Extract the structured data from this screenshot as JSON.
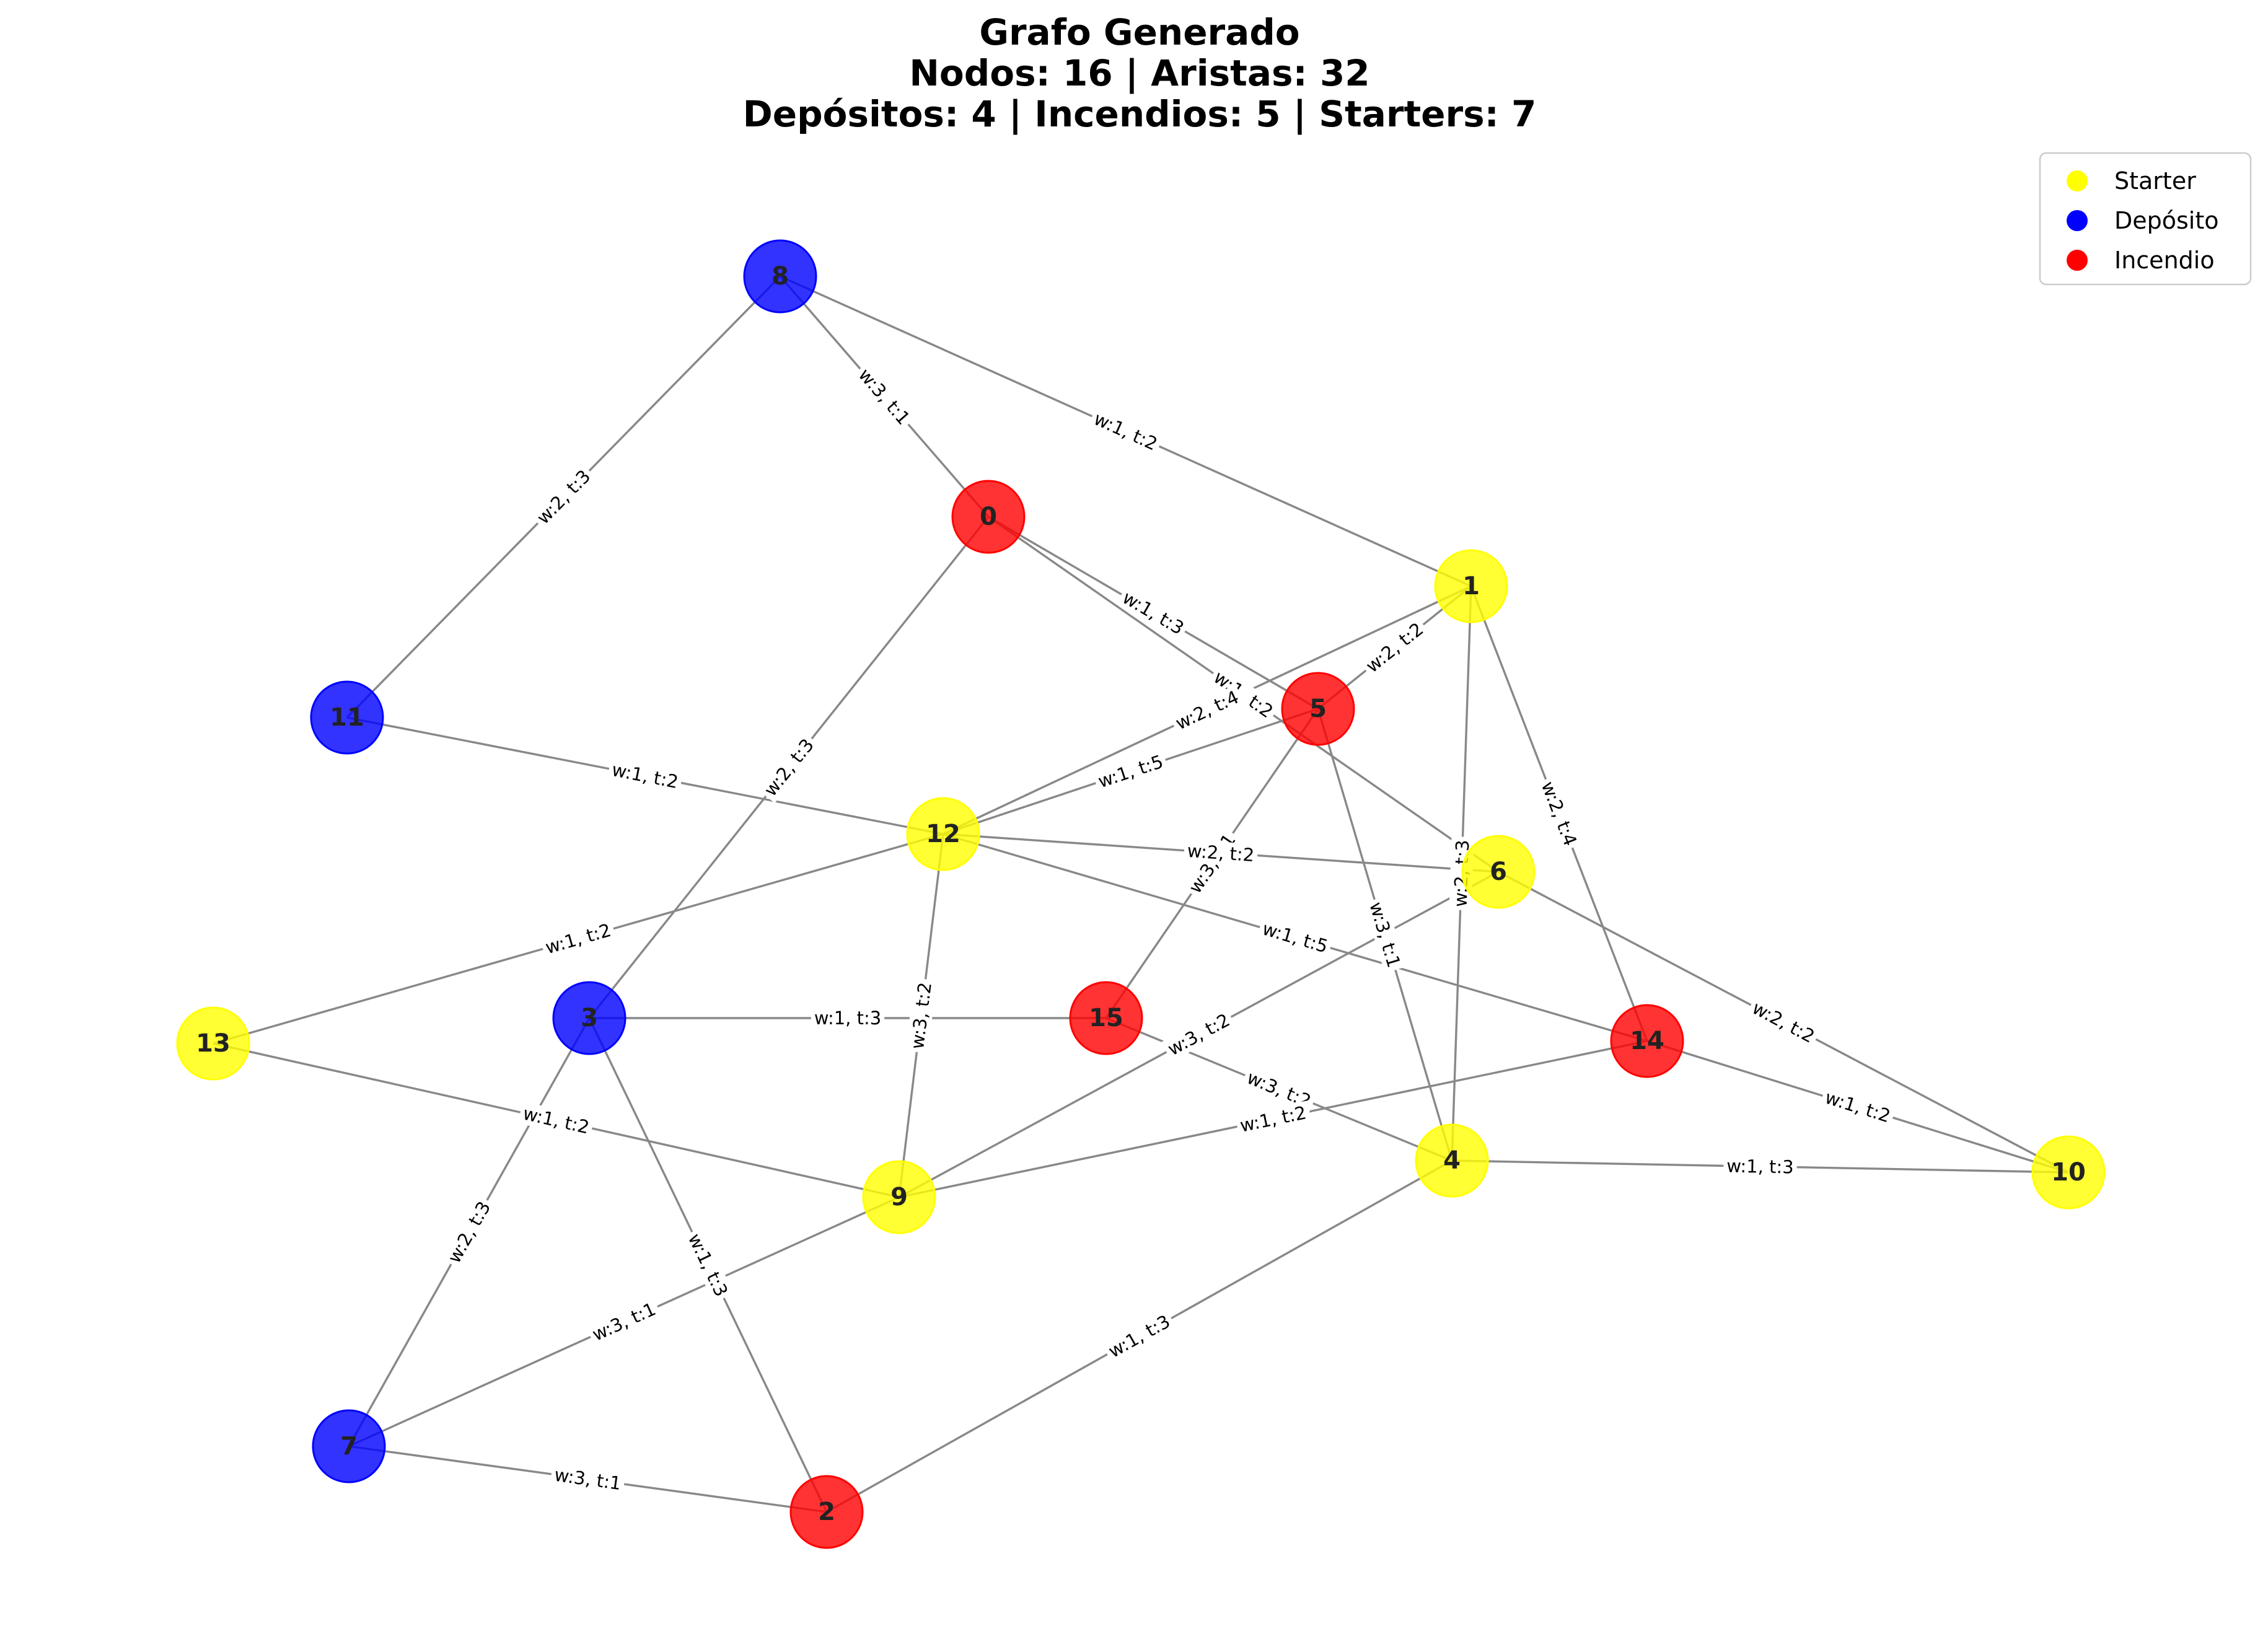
{
  "title": {
    "lines": [
      "Grafo Generado",
      "Nodos: 16 | Aristas: 32",
      "Depósitos: 4 | Incendios: 5 | Starters: 7"
    ]
  },
  "legend": [
    {
      "label": "Starter",
      "type": "starter"
    },
    {
      "label": "Depósito",
      "type": "deposito"
    },
    {
      "label": "Incendio",
      "type": "incendio"
    }
  ],
  "colors": {
    "starter": "#ffff00",
    "deposito": "#0000ff",
    "incendio": "#ff0000",
    "edge": "#888888"
  },
  "nodes": [
    {
      "id": "0",
      "type": "incendio"
    },
    {
      "id": "1",
      "type": "starter"
    },
    {
      "id": "2",
      "type": "incendio"
    },
    {
      "id": "3",
      "type": "deposito"
    },
    {
      "id": "4",
      "type": "starter"
    },
    {
      "id": "5",
      "type": "incendio"
    },
    {
      "id": "6",
      "type": "starter"
    },
    {
      "id": "7",
      "type": "deposito"
    },
    {
      "id": "8",
      "type": "deposito"
    },
    {
      "id": "9",
      "type": "starter"
    },
    {
      "id": "10",
      "type": "starter"
    },
    {
      "id": "11",
      "type": "deposito"
    },
    {
      "id": "12",
      "type": "starter"
    },
    {
      "id": "13",
      "type": "starter"
    },
    {
      "id": "14",
      "type": "incendio"
    },
    {
      "id": "15",
      "type": "incendio"
    }
  ],
  "edges": [
    {
      "source": "8",
      "target": "11",
      "label": "w:2, t:3"
    },
    {
      "source": "8",
      "target": "0",
      "label": "w:3, t:1"
    },
    {
      "source": "8",
      "target": "1",
      "label": "w:1, t:2"
    },
    {
      "source": "0",
      "target": "5",
      "label": "w:1, t:3"
    },
    {
      "source": "0",
      "target": "6",
      "label": "w:1, t:2"
    },
    {
      "source": "0",
      "target": "3",
      "label": "w:2, t:3"
    },
    {
      "source": "1",
      "target": "5",
      "label": "w:2, t:2"
    },
    {
      "source": "1",
      "target": "12",
      "label": "w:2, t:4"
    },
    {
      "source": "1",
      "target": "4",
      "label": "w:2, t:3"
    },
    {
      "source": "1",
      "target": "14",
      "label": "w:2, t:4"
    },
    {
      "source": "5",
      "target": "12",
      "label": "w:1, t:5"
    },
    {
      "source": "5",
      "target": "15",
      "label": "w:3, t:1"
    },
    {
      "source": "5",
      "target": "4",
      "label": "w:3, t:1"
    },
    {
      "source": "11",
      "target": "12",
      "label": "w:1, t:2"
    },
    {
      "source": "12",
      "target": "6",
      "label": "w:2, t:2"
    },
    {
      "source": "12",
      "target": "14",
      "label": "w:1, t:5"
    },
    {
      "source": "12",
      "target": "13",
      "label": "w:1, t:2"
    },
    {
      "source": "12",
      "target": "9",
      "label": "w:3, t:2"
    },
    {
      "source": "6",
      "target": "9",
      "label": "w:3, t:2"
    },
    {
      "source": "6",
      "target": "10",
      "label": "w:2, t:2"
    },
    {
      "source": "3",
      "target": "15",
      "label": "w:1, t:3"
    },
    {
      "source": "3",
      "target": "7",
      "label": "w:2, t:3"
    },
    {
      "source": "3",
      "target": "2",
      "label": "w:1, t:3"
    },
    {
      "source": "13",
      "target": "9",
      "label": "w:1, t:2"
    },
    {
      "source": "15",
      "target": "4",
      "label": "w:3, t:2"
    },
    {
      "source": "14",
      "target": "9",
      "label": "w:1, t:2"
    },
    {
      "source": "14",
      "target": "10",
      "label": "w:1, t:2"
    },
    {
      "source": "4",
      "target": "10",
      "label": "w:1, t:3"
    },
    {
      "source": "4",
      "target": "2",
      "label": "w:1, t:3"
    },
    {
      "source": "9",
      "target": "7",
      "label": "w:3, t:1"
    },
    {
      "source": "7",
      "target": "2",
      "label": "w:3, t:1"
    }
  ]
}
